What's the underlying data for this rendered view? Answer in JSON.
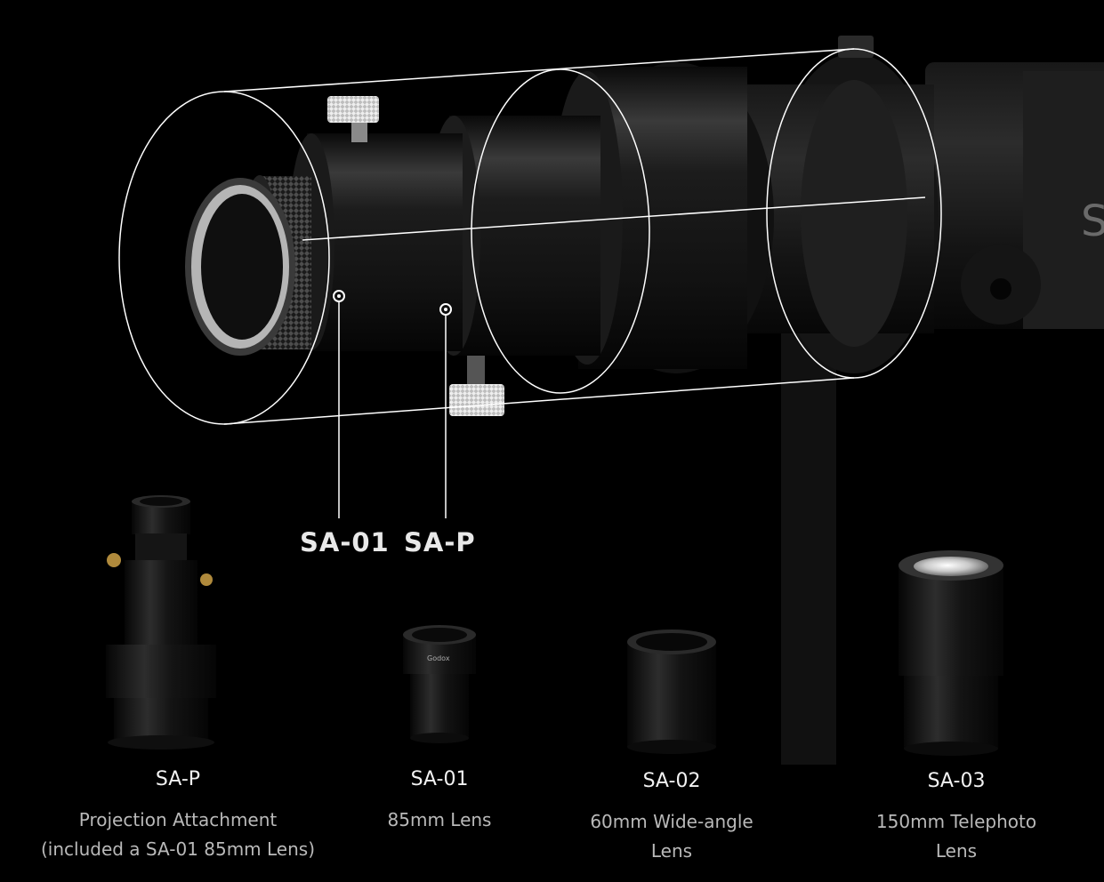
{
  "callouts": {
    "sa01": "SA-01",
    "sap": "SA-P"
  },
  "products": [
    {
      "code": "SA-P",
      "desc": "Projection Attachment\n(included a SA-01 85mm Lens)"
    },
    {
      "code": "SA-01",
      "desc": "85mm Lens"
    },
    {
      "code": "SA-02",
      "desc": "60mm Wide-angle\nLens"
    },
    {
      "code": "SA-03",
      "desc": "150mm Telephoto\nLens"
    }
  ],
  "lens_brand": "Godox",
  "colors": {
    "background": "#000000",
    "label": "#f2f2f2",
    "description": "#b9b9b9",
    "outline": "#ffffff"
  }
}
